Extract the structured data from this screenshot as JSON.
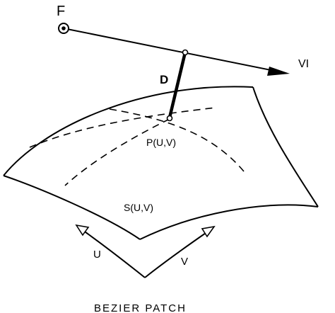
{
  "labels": {
    "focus": "F",
    "distance": "D",
    "view_vector": "VI",
    "point": "P(U,V)",
    "surface": "S(U,V)",
    "u_direction": "U",
    "v_direction": "V",
    "caption": "BEZIER PATCH"
  },
  "colors": {
    "ink": "#000000",
    "background": "#ffffff"
  }
}
